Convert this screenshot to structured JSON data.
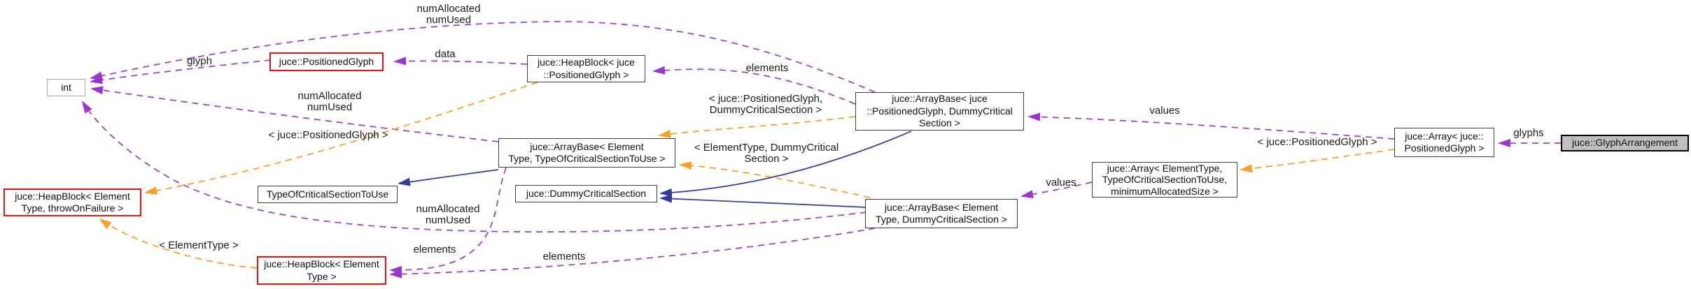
{
  "diagram": {
    "kind": "doxygen-collaboration-graph",
    "focus_class": "juce::GlyphArrangement",
    "colors": {
      "usage_edge": "#9d44cf",
      "template_edge": "#ffa028",
      "inheritance_edge": "#343a9b",
      "truncated_border": "#ee1111",
      "node_border": "#3f3f3f",
      "focus_fill": "#bfbfbf"
    },
    "nodes": {
      "int": {
        "text": "int"
      },
      "positioned_glyph": {
        "text": "juce::PositionedGlyph"
      },
      "heapblock_positioned_glyph": {
        "text": "juce::HeapBlock< juce\n::PositionedGlyph >"
      },
      "arraybase_pg_dummy": {
        "text": "juce::ArrayBase< juce\n::PositionedGlyph, DummyCritical\nSection >"
      },
      "arraybase_et_tocs": {
        "text": "juce::ArrayBase< Element\nType, TypeOfCriticalSectionToUse >"
      },
      "type_of_critical_section_to_use": {
        "text": "TypeOfCriticalSectionToUse"
      },
      "dummy_critical_section": {
        "text": "juce::DummyCriticalSection"
      },
      "arraybase_et_dummy": {
        "text": "juce::ArrayBase< Element\nType, DummyCriticalSection >"
      },
      "array_et": {
        "text": "juce::Array< ElementType,\nTypeOfCriticalSectionToUse,\nminimumAllocatedSize >"
      },
      "array_pg": {
        "text": "juce::Array< juce::\nPositionedGlyph >"
      },
      "glyph_arrangement": {
        "text": "juce::GlyphArrangement"
      },
      "heapblock_et_throw": {
        "text": "juce::HeapBlock< Element\nType, throwOnFailure >"
      },
      "heapblock_et": {
        "text": "juce::HeapBlock< Element\nType >"
      }
    },
    "edge_labels": {
      "num_top": "numAllocated\nnumUsed",
      "num_left": "numAllocated\nnumUsed",
      "num_bottom": "numAllocated\nnumUsed",
      "glyph": "glyph",
      "data": "data",
      "elements_top": "elements",
      "elements_left": "elements",
      "elements_right": "elements",
      "values_top": "values",
      "values_bottom": "values",
      "glyphs": "glyphs",
      "tmpl_pg_dummy": "< juce::PositionedGlyph,\nDummyCriticalSection >",
      "tmpl_pg_left": "< juce::PositionedGlyph >",
      "tmpl_pg_right": "< juce::PositionedGlyph >",
      "tmpl_et_dummy": "< ElementType, DummyCritical\nSection >",
      "tmpl_et": "< ElementType >"
    }
  }
}
